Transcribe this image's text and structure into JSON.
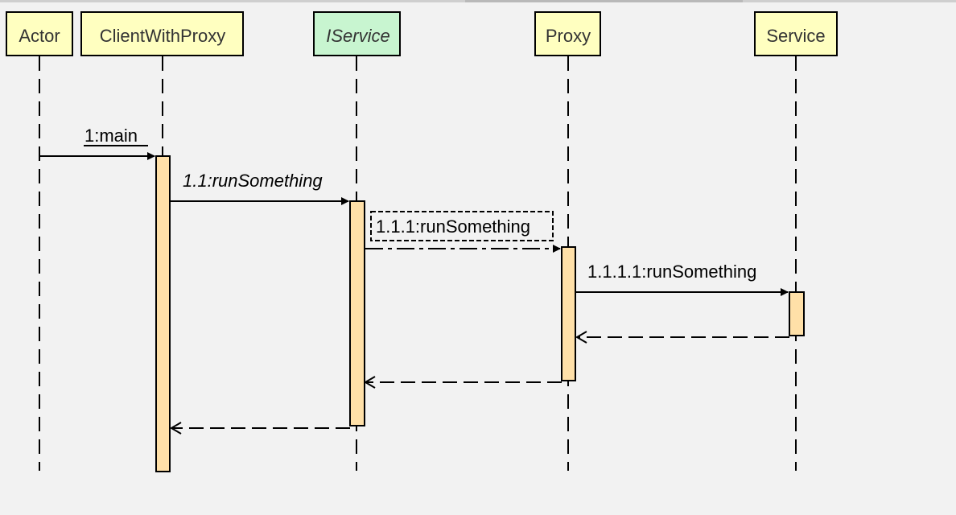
{
  "diagram": {
    "participants": [
      {
        "id": "actor",
        "label": "Actor",
        "italic": false,
        "fill": "#ffffc0"
      },
      {
        "id": "client",
        "label": "ClientWithProxy",
        "italic": false,
        "fill": "#ffffc0"
      },
      {
        "id": "iservice",
        "label": "IService",
        "italic": true,
        "fill": "#c8f5d0"
      },
      {
        "id": "proxy",
        "label": "Proxy",
        "italic": false,
        "fill": "#ffffc0"
      },
      {
        "id": "service",
        "label": "Service",
        "italic": false,
        "fill": "#ffffc0"
      }
    ],
    "messages": [
      {
        "label": "1:main",
        "from": "actor",
        "to": "client",
        "style": "solid",
        "label_style": "underline"
      },
      {
        "label": "1.1:runSomething",
        "from": "client",
        "to": "iservice",
        "style": "solid",
        "label_style": "italic"
      },
      {
        "label": "1.1.1:runSomething",
        "from": "iservice",
        "to": "proxy",
        "style": "dash-dot",
        "label_style": "boxed"
      },
      {
        "label": "1.1.1.1:runSomething",
        "from": "proxy",
        "to": "service",
        "style": "solid",
        "label_style": "plain"
      }
    ],
    "returns": [
      {
        "from": "service",
        "to": "proxy",
        "style": "dashed"
      },
      {
        "from": "proxy",
        "to": "iservice",
        "style": "dashed"
      },
      {
        "from": "iservice",
        "to": "client",
        "style": "dashed"
      }
    ],
    "colors": {
      "activation_fill": "#ffe0a8",
      "line": "#000000",
      "background": "#f2f2f2"
    }
  }
}
